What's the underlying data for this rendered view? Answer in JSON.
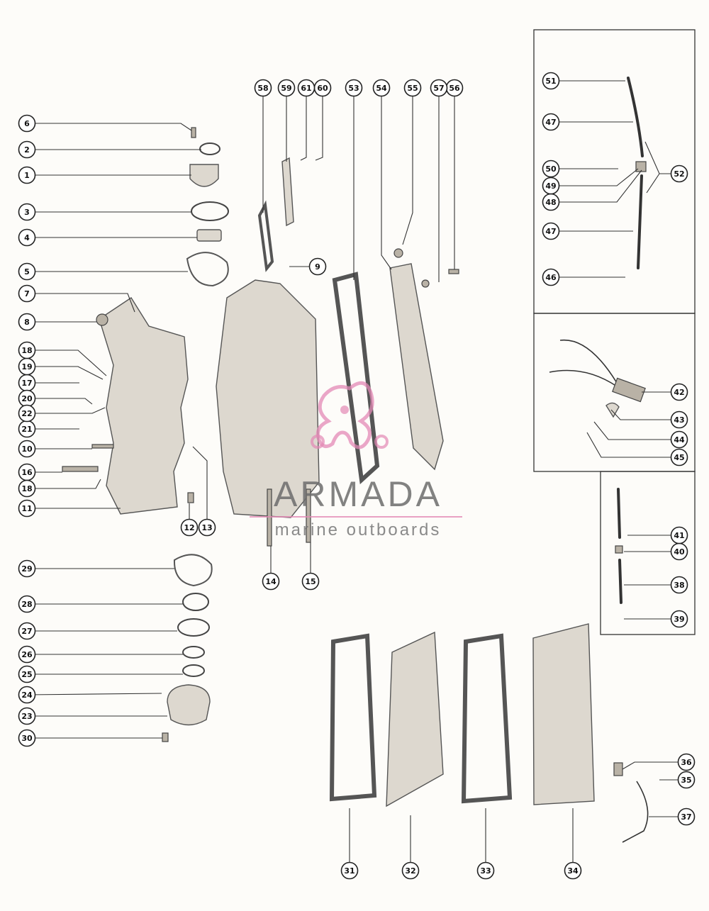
{
  "watermark": {
    "brand": "ARMADA",
    "tagline": "marine outboards",
    "accent_color": "#e389b5",
    "logo_icon": "octopus-logo-icon"
  },
  "callouts": [
    "1",
    "2",
    "3",
    "4",
    "5",
    "6",
    "7",
    "8",
    "9",
    "10",
    "11",
    "12",
    "13",
    "14",
    "15",
    "16",
    "17",
    "18",
    "19",
    "20",
    "21",
    "22",
    "23",
    "24",
    "25",
    "26",
    "27",
    "28",
    "29",
    "30",
    "31",
    "32",
    "33",
    "34",
    "35",
    "36",
    "37",
    "38",
    "39",
    "40",
    "41",
    "42",
    "43",
    "44",
    "45",
    "46",
    "47",
    "48",
    "49",
    "50",
    "51",
    "52",
    "53",
    "54",
    "55",
    "56",
    "57",
    "58",
    "59",
    "60",
    "61"
  ]
}
